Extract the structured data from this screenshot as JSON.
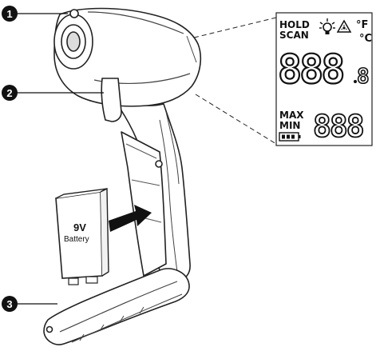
{
  "callouts": [
    "1",
    "2",
    "3"
  ],
  "lcd": {
    "hold": "HOLD",
    "scan": "SCAN",
    "unit_f": "°F",
    "unit_c": "°C",
    "main_digits": "888",
    "main_decimal": "8",
    "max": "MAX",
    "min": "MIN",
    "small_digits": "888"
  },
  "battery": {
    "voltage": "9V",
    "label": "Battery"
  },
  "icons": [
    "bulb-icon",
    "laser-warning-icon",
    "battery-level-icon"
  ]
}
